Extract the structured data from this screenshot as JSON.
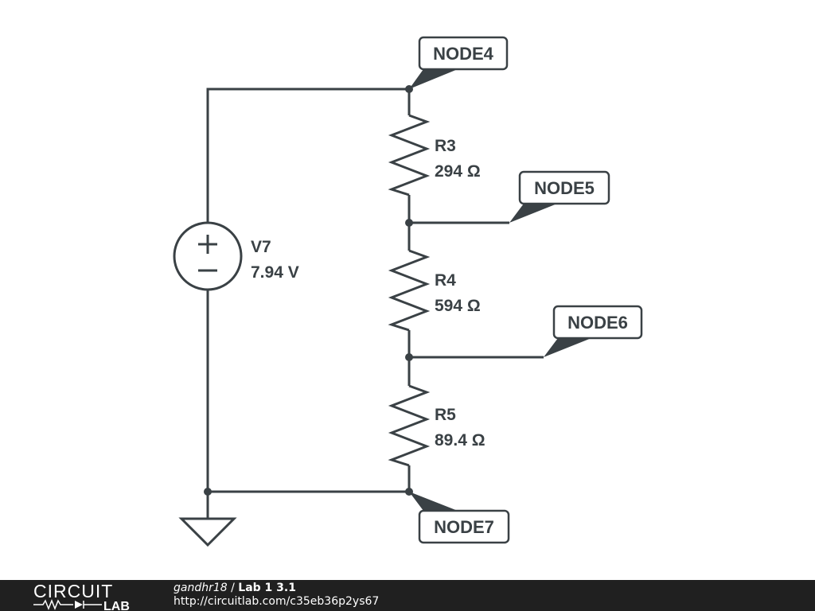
{
  "circuit": {
    "source": {
      "name": "V7",
      "value": "7.94 V"
    },
    "resistors": [
      {
        "name": "R3",
        "value": "294 Ω"
      },
      {
        "name": "R4",
        "value": "594 Ω"
      },
      {
        "name": "R5",
        "value": "89.4 Ω"
      }
    ],
    "node_labels": [
      "NODE4",
      "NODE5",
      "NODE6",
      "NODE7"
    ]
  },
  "footer": {
    "logo_top": "CIRCUIT",
    "logo_bottom": "LAB",
    "author": "gandhr18",
    "separator": "/",
    "title": "Lab 1 3.1",
    "url": "http://circuitlab.com/c35eb36p2ys67"
  },
  "colors": {
    "ink": "#3a4145",
    "footer_bg": "#202020"
  }
}
